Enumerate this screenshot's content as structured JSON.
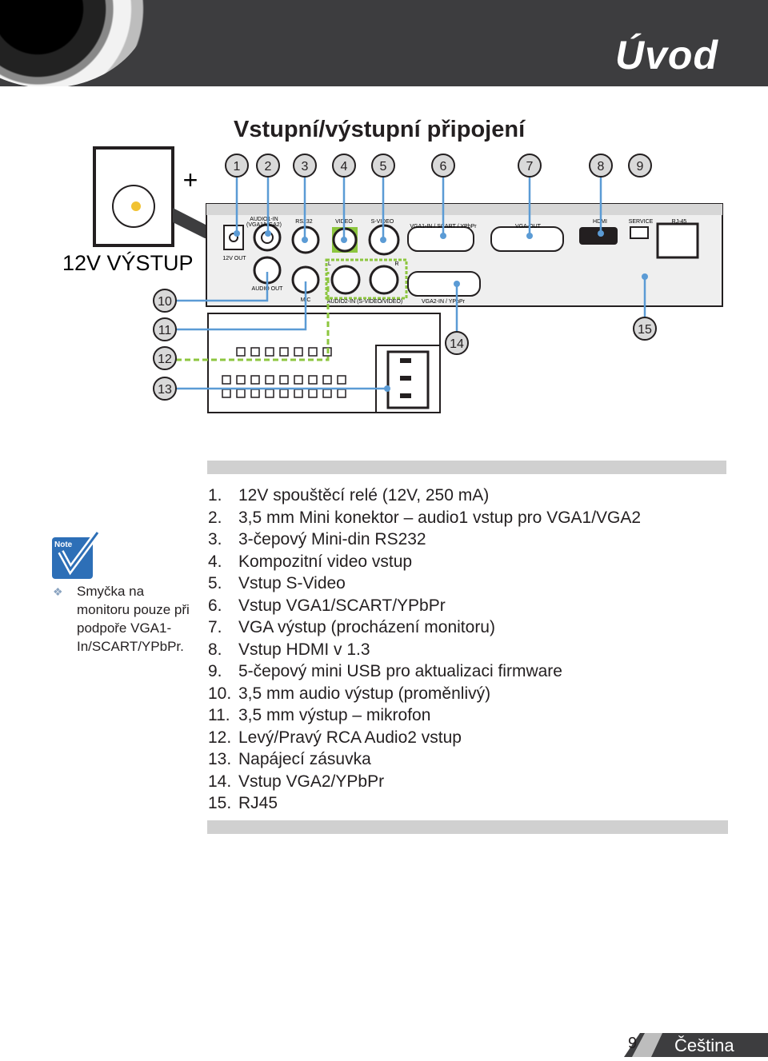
{
  "header": {
    "section_title": "Úvod"
  },
  "page_heading": "Vstupní/výstupní připojení",
  "diagram": {
    "trigger_label": "12V VÝSTUP",
    "plus_sign": "+",
    "callouts": [
      "1",
      "2",
      "3",
      "4",
      "5",
      "6",
      "7",
      "8",
      "9",
      "10",
      "11",
      "12",
      "13",
      "14",
      "15"
    ],
    "panel_labels": {
      "audio1_in": "AUDIO1-IN",
      "audio1_in_sub": "(VGA1/VGA2)",
      "rs232": "RS232",
      "video": "VIDEO",
      "svideo": "S-VIDEO",
      "vga1": "VGA1-IN / SCART / YPbPr",
      "vga_out": "VGA-OUT",
      "hdmi": "HDMI",
      "service": "SERVICE",
      "rj45": "RJ-45",
      "out12v": "12V OUT",
      "audio_out": "AUDIO OUT",
      "mic": "MIC",
      "left": "L",
      "right": "R",
      "audio2": "AUDIO2-IN (S-VIDEO/VIDEO)",
      "vga2": "VGA2-IN / YPbPr"
    }
  },
  "list": [
    {
      "num": "1.",
      "text": "12V spouštěcí relé (12V, 250 mA)"
    },
    {
      "num": "2.",
      "text": "3,5 mm Mini konektor – audio1 vstup pro VGA1/VGA2"
    },
    {
      "num": "3.",
      "text": "3-čepový Mini-din RS232"
    },
    {
      "num": "4.",
      "text": "Kompozitní video vstup"
    },
    {
      "num": "5.",
      "text": "Vstup S-Video"
    },
    {
      "num": "6.",
      "text": "Vstup VGA1/SCART/YPbPr"
    },
    {
      "num": "7.",
      "text": "VGA výstup (procházení monitoru)"
    },
    {
      "num": "8.",
      "text": "Vstup HDMI v 1.3"
    },
    {
      "num": "9.",
      "text": "5-čepový mini USB pro aktualizaci firmware"
    },
    {
      "num": "10.",
      "text": "3,5 mm audio výstup (proměnlivý)"
    },
    {
      "num": "11.",
      "text": "3,5 mm výstup – mikrofon"
    },
    {
      "num": "12.",
      "text": "Levý/Pravý RCA Audio2 vstup"
    },
    {
      "num": "13.",
      "text": "Napájecí zásuvka"
    },
    {
      "num": "14.",
      "text": "Vstup VGA2/YPbPr"
    },
    {
      "num": "15.",
      "text": "RJ45"
    }
  ],
  "note": {
    "icon_label": "Note",
    "text": "Smyčka na monitoru pouze při podpoře VGA1-In/SCART/YPbPr."
  },
  "footer": {
    "page_number": "9",
    "language": "Čeština"
  },
  "colors": {
    "header_bg": "#3d3d3f",
    "callout_fill": "#d9d9d9",
    "line_blue": "#5b9bd5",
    "line_green": "#8dc63f",
    "note_blue": "#2d6fb7"
  }
}
